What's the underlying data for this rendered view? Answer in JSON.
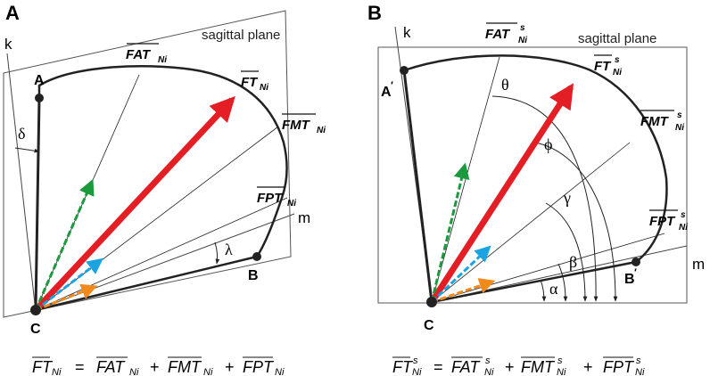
{
  "panel_a": {
    "label": "A",
    "plane_label": "sagittal plane",
    "axis_k": "k",
    "axis_m": "m",
    "point_a": "A",
    "point_b": "B",
    "point_c": "C",
    "angle_delta": "δ",
    "angle_lambda": "λ",
    "vec_fat": "FAT",
    "vec_ft": "FT",
    "vec_fmt": "FMT",
    "vec_fpt": "FPT",
    "sub_ni": "Ni",
    "equation": {
      "lhs": "FT",
      "sub": "Ni",
      "equals": "=",
      "term1": "FAT",
      "plus1": "+",
      "term2": "FMT",
      "plus2": "+",
      "term3": "FPT"
    }
  },
  "panel_b": {
    "label": "B",
    "plane_label": "sagittal plane",
    "axis_k": "k",
    "axis_m": "m",
    "point_a": "A",
    "point_b": "B",
    "point_c": "C",
    "prime": "′",
    "angle_theta": "θ",
    "angle_phi": "ϕ",
    "angle_gamma": "γ",
    "angle_beta": "β",
    "angle_alpha": "α",
    "vec_fat": "FAT",
    "vec_ft": "FT",
    "vec_fmt": "FMT",
    "vec_fpt": "FPT",
    "sup_s": "s",
    "sub_ni": "Ni",
    "equation": {
      "lhs": "FT",
      "sup": "s",
      "sub": "Ni",
      "equals": "=",
      "term1": "FAT",
      "plus1": "+",
      "term2": "FMT",
      "plus2": "+",
      "term3": "FPT"
    }
  },
  "colors": {
    "ft": "#e31e24",
    "fat": "#1a9a3c",
    "fmt": "#1aa3e0",
    "fpt": "#f08a1c"
  }
}
